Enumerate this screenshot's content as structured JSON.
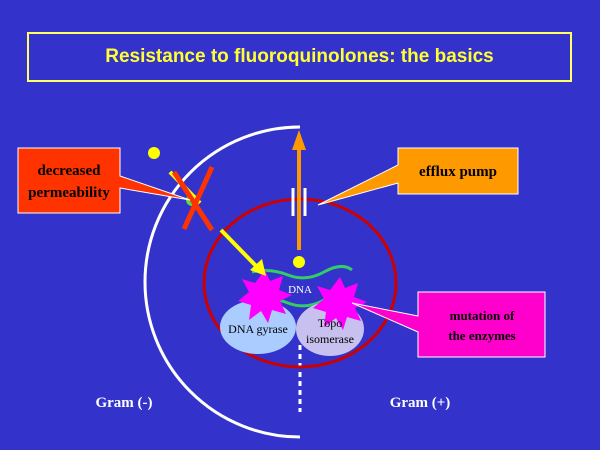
{
  "title": "Resistance to fluoroquinolones: the basics",
  "callouts": {
    "permeability": {
      "line1": "decreased",
      "line2": "permeability"
    },
    "efflux": {
      "label": "efflux pump"
    },
    "mutation": {
      "line1": "mutation of",
      "line2": "the enzymes"
    }
  },
  "labels": {
    "dna": "DNA",
    "gyrase": "DNA gyrase",
    "topo_line1": "Topo",
    "topo_line2": "isomerase",
    "gram_neg": "Gram (-)",
    "gram_pos": "Gram (+)"
  },
  "colors": {
    "background": "#3333cc",
    "title_text": "#ffff33",
    "callout_red": "#ff3300",
    "callout_orange": "#ff9900",
    "callout_magenta": "#ff00cc",
    "cell_membrane": "#cc0000",
    "drug": "#ffff00",
    "dna": "#33cc66",
    "enzyme": "#aaccff",
    "burst": "#ff00ff"
  }
}
